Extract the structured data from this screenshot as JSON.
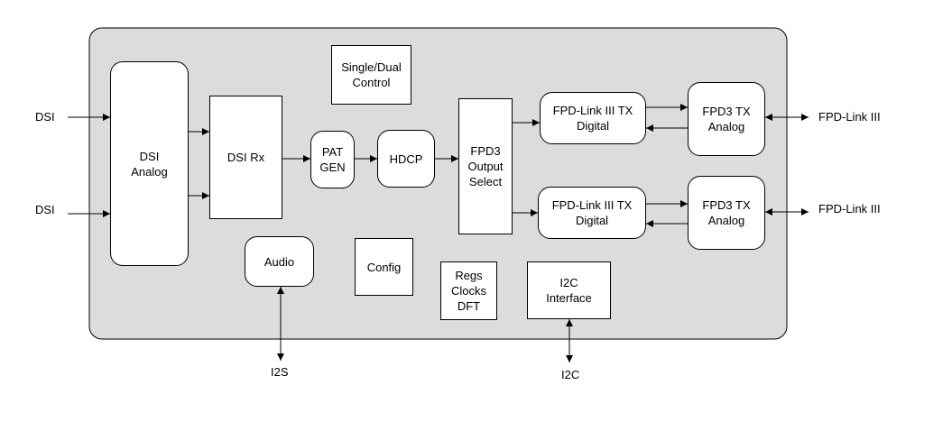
{
  "colors": {
    "chip_fill": "#dcdcdc",
    "block_fill": "#ffffff",
    "line": "#000000"
  },
  "blocks": {
    "dsi_analog": "DSI\nAnalog",
    "dsi_rx": "DSI Rx",
    "single_dual": "Single/Dual\nControl",
    "pat_gen": "PAT\nGEN",
    "hdcp": "HDCP",
    "output_select": "FPD3\nOutput\nSelect",
    "tx_digital_1": "FPD-Link III TX\nDigital",
    "tx_digital_2": "FPD-Link III TX\nDigital",
    "tx_analog_1": "FPD3 TX\nAnalog",
    "tx_analog_2": "FPD3 TX\nAnalog",
    "audio": "Audio",
    "config": "Config",
    "regs": "Regs\nClocks\nDFT",
    "i2c_interface": "I2C\nInterface"
  },
  "labels": {
    "dsi_in_1": "DSI",
    "dsi_in_2": "DSI",
    "fpd_out_1": "FPD-Link III",
    "fpd_out_2": "FPD-Link III",
    "i2s": "I2S",
    "i2c": "I2C"
  }
}
